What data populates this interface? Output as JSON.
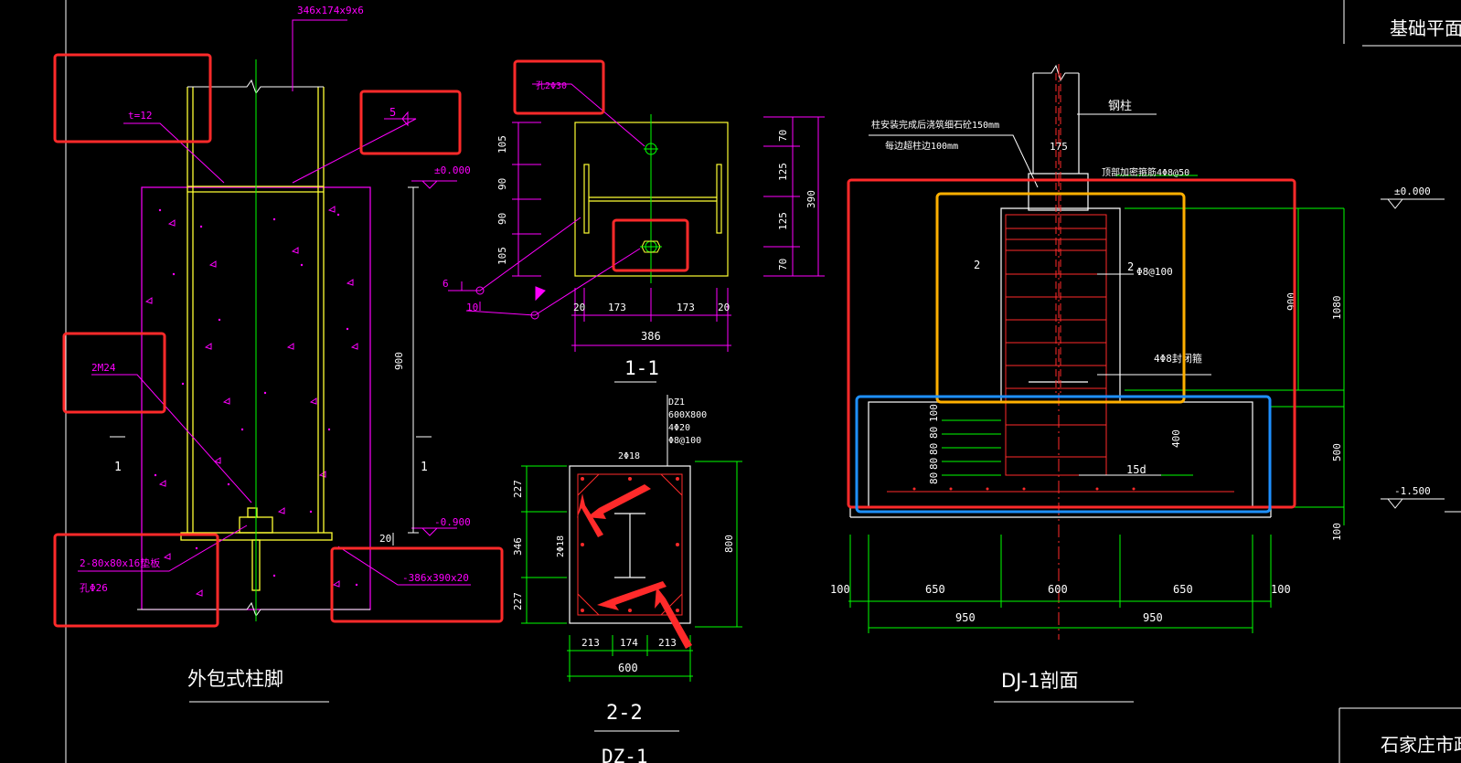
{
  "colors": {
    "background": "#000000",
    "magenta": "#ff00ff",
    "yellow": "#ffff33",
    "green": "#00ff00",
    "white": "#ffffff",
    "red": "#ff2a2a",
    "gold": "#ffb000",
    "blue": "#1e90ff"
  },
  "header_right": {
    "title": "基础平面布"
  },
  "title_block": {
    "text": "石家庄市政设"
  },
  "col_base": {
    "title": "外包式柱脚",
    "plate_top_label": "346x174x9x6",
    "t_label": "t=12",
    "weld_label": "5",
    "elev_top": "±0.000",
    "elev_bottom": "-0.900",
    "bolt_label": "2M24",
    "angle_label_1": "2-80x80x16垫板",
    "angle_label_2": "孔Φ26",
    "base_plate_label": "-386x390x20",
    "dim_height": "900",
    "dim_small": "20",
    "section_mark_left": "1",
    "section_mark_right": "1"
  },
  "section_1_1": {
    "title": "1-1",
    "rebar_label": "孔2Φ30",
    "callout_6": "6",
    "callout_10": "10",
    "left_dims": [
      "105",
      "90",
      "90",
      "105"
    ],
    "right_dims": [
      "70",
      "125",
      "125",
      "70"
    ],
    "total_dim": "390",
    "bottom_dims": [
      "20",
      "173",
      "173",
      "20"
    ],
    "bottom_total": "386"
  },
  "section_2_2": {
    "title": "2-2",
    "subtitle": "DZ-1",
    "tag_lines": [
      "DZ1",
      "600X800",
      "4Φ20",
      "Φ8@100"
    ],
    "top_rebar": "2Φ18",
    "side_rebar": "2Φ18",
    "left_dims": [
      "227",
      "346",
      "227"
    ],
    "right_dim": "800",
    "bottom_dims": [
      "213",
      "174",
      "213"
    ],
    "bottom_total": "600"
  },
  "dj1": {
    "title": "DJ-1剖面",
    "col_label": "钢柱",
    "note_1": "柱安装完成后浇筑细石砼150mm",
    "note_2": "每边超柱边100mm",
    "col_width": "175",
    "tie_note": "顶部加密箍筋4Φ8@50",
    "stirrup_label": "2",
    "stirrup_spec": "Φ8@100",
    "left_mark": "2",
    "closed_label": "4Φ8封闭箍",
    "anchor_label": "15d",
    "dim_400": "400",
    "dims_left_stack": [
      "100",
      "80",
      "80",
      "80",
      "80"
    ],
    "elev_top": "±0.000",
    "elev_bottom": "-1.500",
    "dim_900": "900",
    "dim_1080": "1080",
    "dim_500": "500",
    "dim_100_right": "100",
    "bottom_dims": [
      "100",
      "650",
      "600",
      "650",
      "100"
    ],
    "bottom_dims_2": [
      "950",
      "950"
    ]
  }
}
